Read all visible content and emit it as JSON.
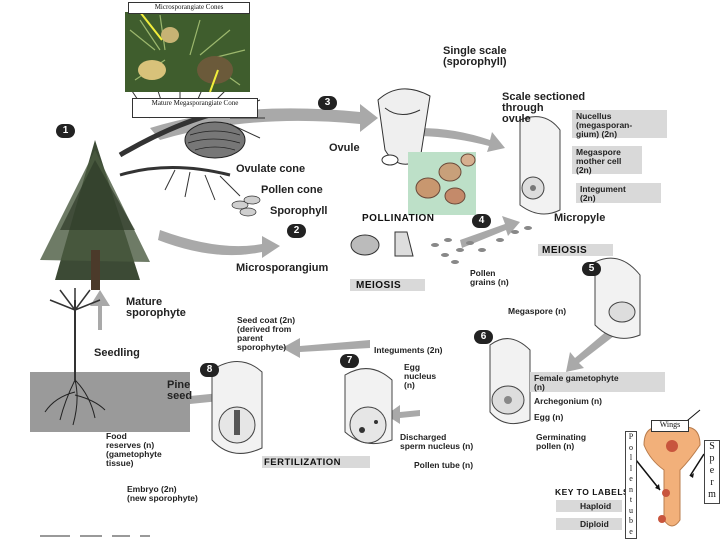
{
  "photos": {
    "microsporangiate_label": "Microsporangiate Cones",
    "megasporangiate_label": "Mature Megasporangiate Cone"
  },
  "steps": [
    "1",
    "2",
    "3",
    "4",
    "5",
    "6",
    "7",
    "8"
  ],
  "labels": {
    "single_scale": "Single scale\n(sporophyll)",
    "scale_sectioned": "Scale sectioned\nthrough\novule",
    "ovule": "Ovule",
    "ovulate_cone": "Ovulate cone",
    "pollen_cone": "Pollen cone",
    "sporophyll": "Sporophyll",
    "pollination": "Pollination",
    "microsporangium": "Microsporangium",
    "meiosis_left": "Meiosis",
    "meiosis_right": "Meiosis",
    "nucellus": "Nucellus\n(megasporan-\ngium) (2n)",
    "megaspore_mother_cell": "Megaspore\nmother cell\n(2n)",
    "integument_top": "Integument\n(2n)",
    "micropyle": "Micropyle",
    "pollen_grains": "Pollen\ngrains (n)",
    "mature_sporophyte": "Mature\nsporophyte",
    "seedling": "Seedling",
    "megaspore": "Megaspore (n)",
    "seed_coat": "Seed coat (2n)\n(derived from\nparent\nsporophyte)",
    "integuments": "Integuments (2n)",
    "egg_nucleus": "Egg\nnucleus\n(n)",
    "female_gametophyte": "Female gametophyte\n(n)",
    "archegonium": "Archegonium (n)",
    "egg": "Egg (n)",
    "pine_seed": "Pine\nseed",
    "food_reserves": "Food\nreserves (n)\n(gametophyte\ntissue)",
    "discharged_sperm": "Discharged\nsperm nucleus (n)",
    "germinating_pollen": "Germinating\npollen (n)",
    "fertilization": "Fertilization",
    "pollen_tube": "Pollen tube (n)",
    "embryo": "Embryo (2n)\n(new sporophyte)"
  },
  "key": {
    "title": "Key to labels",
    "haploid": "Haploid",
    "diploid": "Diploid"
  },
  "inset": {
    "wings_label": "Wings",
    "pollen_tube_vertical": [
      "P",
      "o",
      "l",
      "l",
      "e",
      "n",
      "t",
      "u",
      "b",
      "e"
    ],
    "sperm_vertical": [
      "S",
      "p",
      "e",
      "r",
      "m"
    ]
  },
  "colors": {
    "arrow_gray": "#9a9a9a",
    "tree_green": "#3c4a35",
    "pollen_orange": "#f2b07a",
    "band_gray": "#d9d9d9"
  }
}
